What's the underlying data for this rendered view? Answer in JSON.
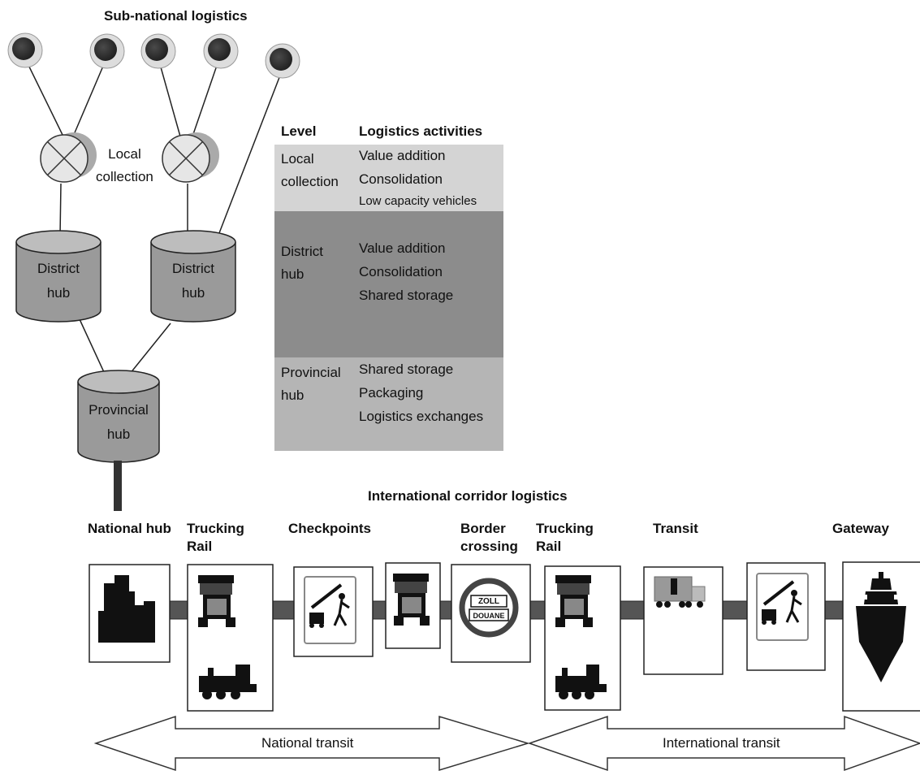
{
  "title": "Sub-national logistics",
  "local_collection_label": "Local\ncollection",
  "hubs": {
    "district": "District\nhub",
    "provincial": "Provincial\nhub"
  },
  "table": {
    "header_level": "Level",
    "header_activities": "Logistics activities",
    "rows": [
      {
        "level": "Local\ncollection",
        "activities": [
          "Value addition",
          "Consolidation",
          "Low capacity vehicles"
        ],
        "color": "#d4d4d4"
      },
      {
        "level": "District\nhub",
        "activities": [
          "Value addition",
          "Consolidation",
          "Shared storage"
        ],
        "color": "#8c8c8c"
      },
      {
        "level": "Provincial\nhub",
        "activities": [
          "Shared storage",
          "Packaging",
          "Logistics exchanges"
        ],
        "color": "#b5b5b5"
      }
    ]
  },
  "corridor_title": "International corridor logistics",
  "stages": {
    "national_hub": "National hub",
    "trucking_rail_1": "Trucking\nRail",
    "checkpoints": "Checkpoints",
    "border_crossing": "Border\ncrossing",
    "trucking_rail_2": "Trucking\nRail",
    "transit": "Transit",
    "gateway": "Gateway"
  },
  "sign_text": {
    "top": "ZOLL",
    "bottom": "DOUANE"
  },
  "arrows": {
    "national": "National transit",
    "international": "International transit"
  },
  "icons": [
    "city-buildings-icon",
    "truck-icon",
    "locomotive-icon",
    "checkpoint-barrier-icon",
    "zoll-douane-sign-icon",
    "container-truck-icon",
    "ship-icon"
  ],
  "colors": {
    "node_dark": "#3a3a3a",
    "node_light": "#d8d8d8",
    "hub_fill": "#9a9a9a",
    "hub_top": "#b8b8b8",
    "connector": "#555555"
  }
}
